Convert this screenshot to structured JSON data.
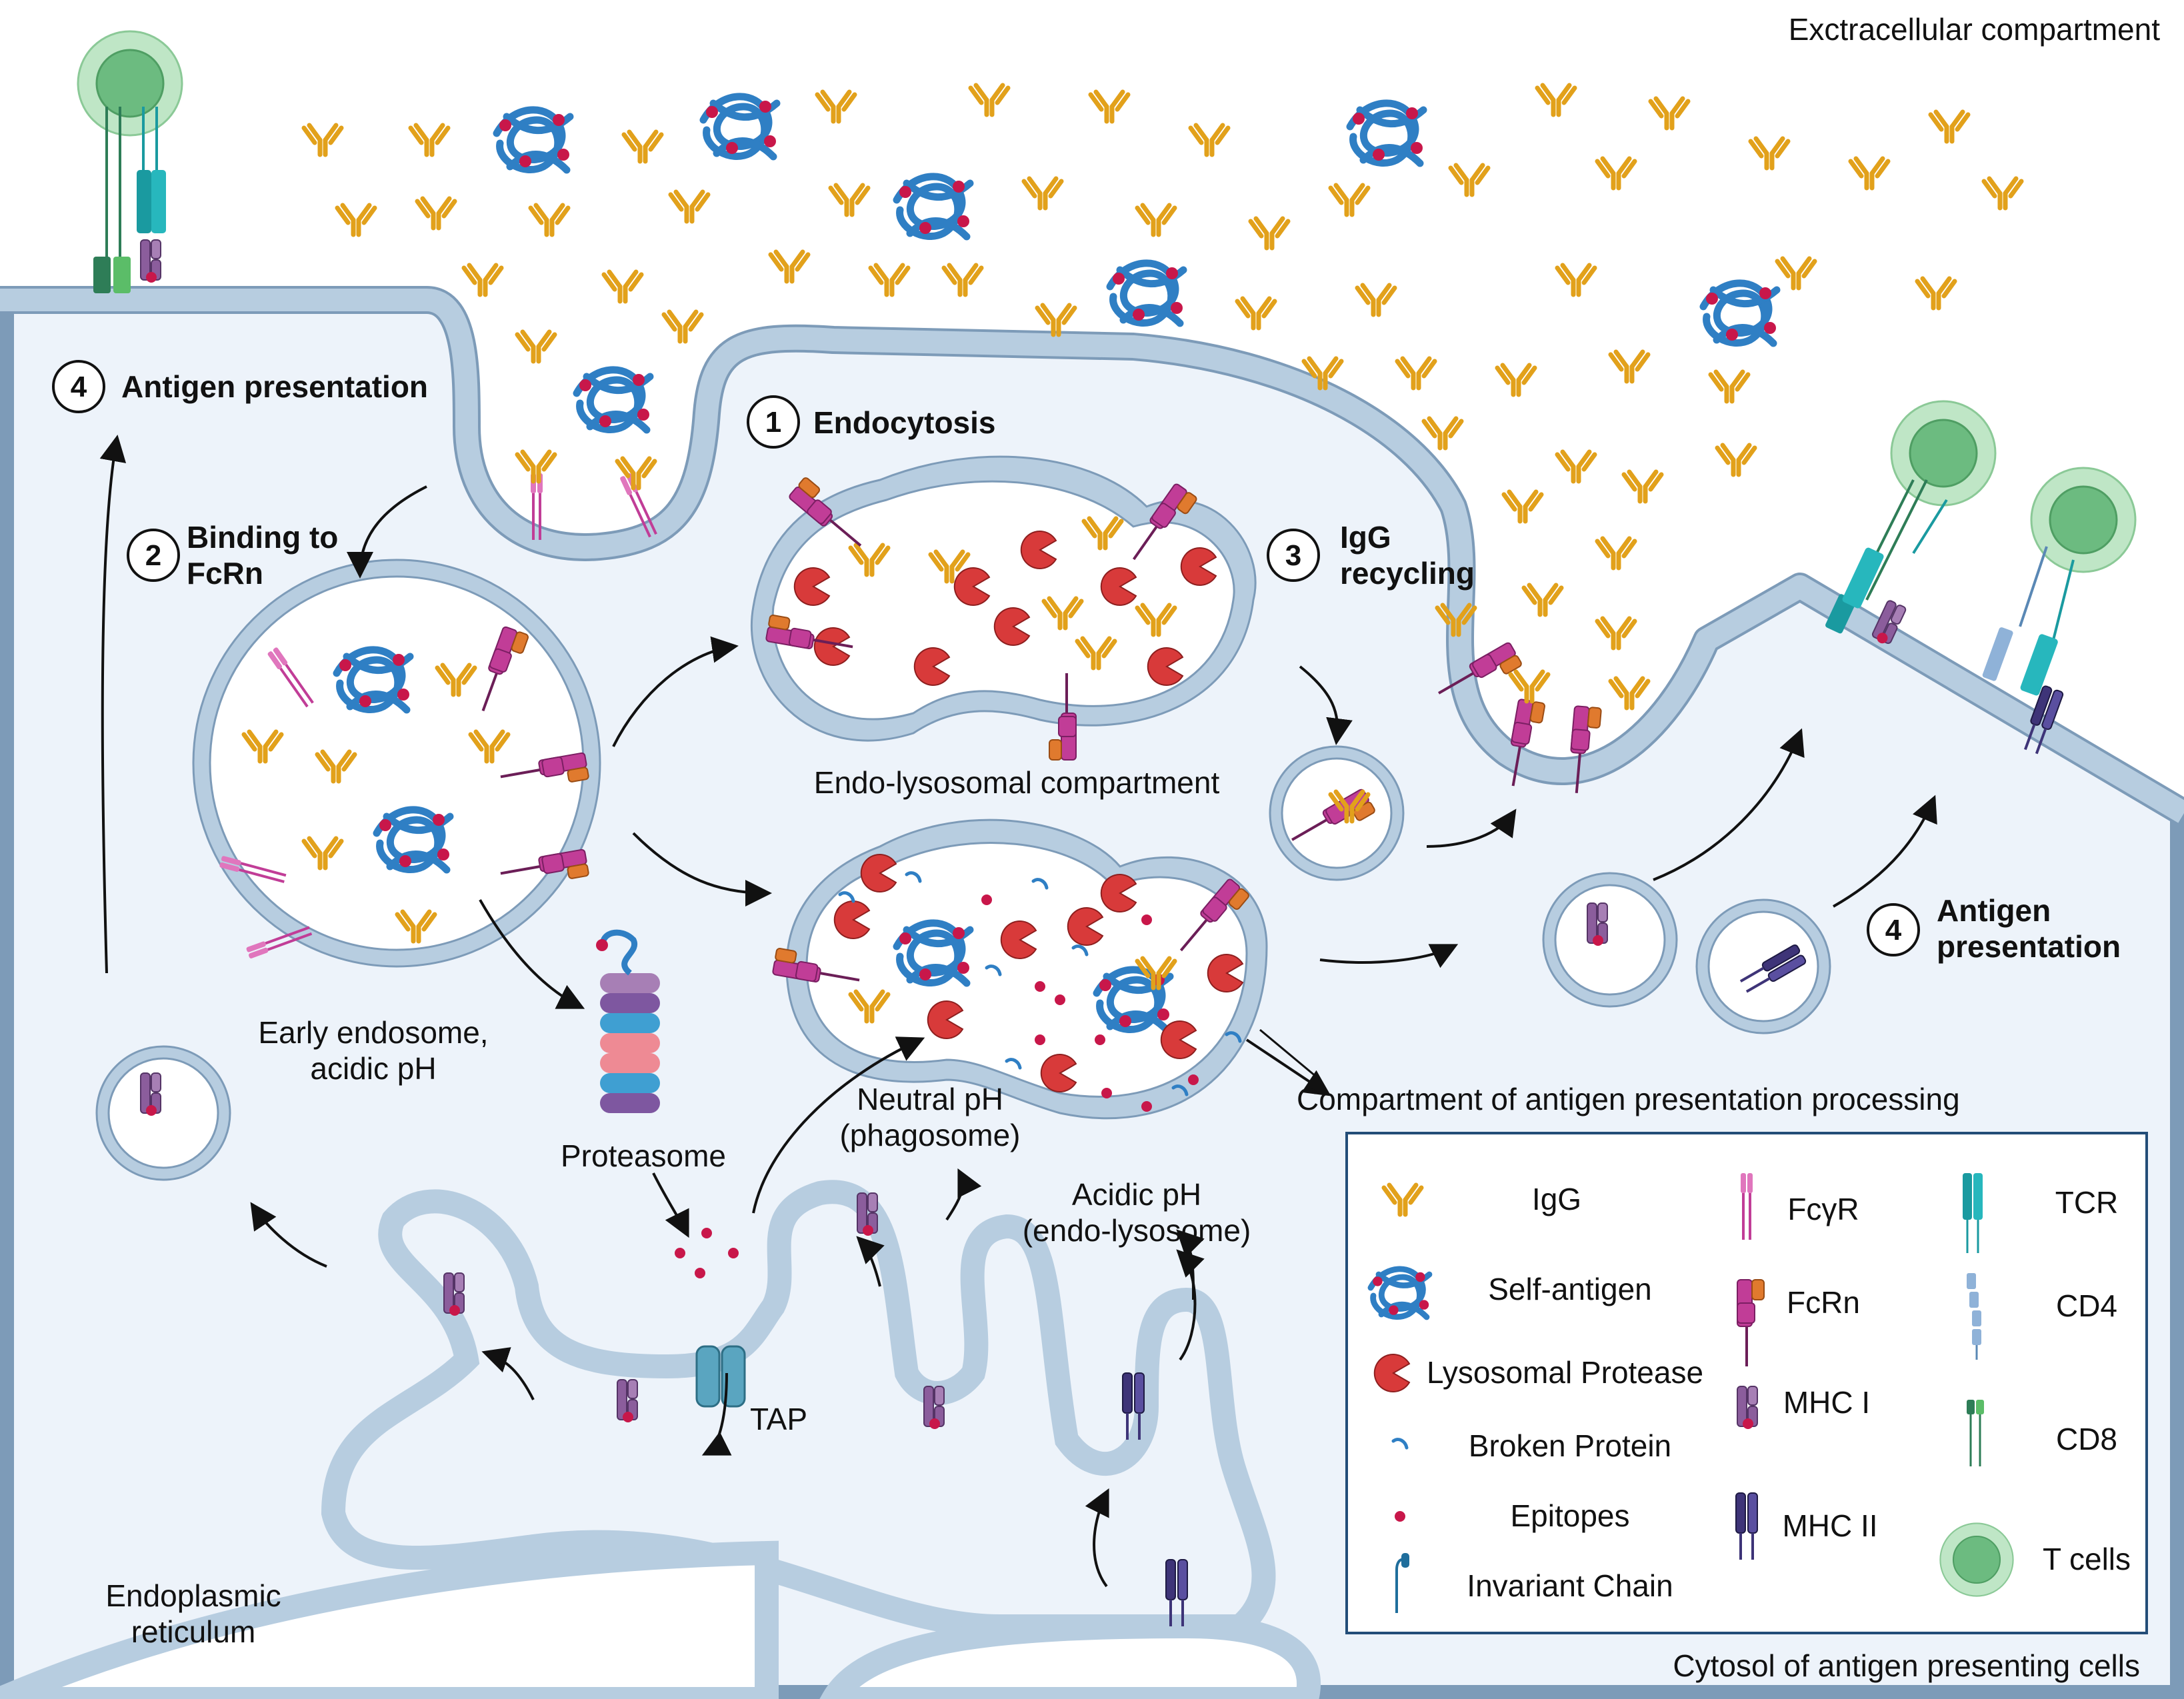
{
  "regions": {
    "extracellular": "Exctracellular compartment",
    "cytosol": "Cytosol of antigen presenting cells",
    "er": [
      "Endoplasmic",
      "reticulum"
    ]
  },
  "steps": {
    "endocytosis": {
      "num": "1",
      "label": "Endocytosis"
    },
    "binding": {
      "num": "2",
      "label": [
        "Binding to",
        "FcRn"
      ]
    },
    "recycling": {
      "num": "3",
      "label": [
        "IgG",
        "recycling"
      ]
    },
    "presentation_left": {
      "num": "4",
      "label": "Antigen presentation"
    },
    "presentation_right": {
      "num": "4",
      "label": [
        "Antigen",
        "presentation"
      ]
    }
  },
  "labels": {
    "endo_lysosomal": "Endo-lysosomal compartment",
    "early_endosome": [
      "Early endosome,",
      "acidic pH"
    ],
    "proteasome": "Proteasome",
    "neutral_ph": [
      "Neutral pH",
      "(phagosome)"
    ],
    "acidic_ph": [
      "Acidic pH",
      "(endo-lysosome)"
    ],
    "app_compartment": "Compartment of antigen presentation processing",
    "tap": "TAP"
  },
  "legend": {
    "items": [
      {
        "icon": "igg-icon",
        "label": "IgG"
      },
      {
        "icon": "self-antigen-icon",
        "label": "Self-antigen"
      },
      {
        "icon": "lysosomal-protease-icon",
        "label": "Lysosomal Protease"
      },
      {
        "icon": "broken-protein-icon",
        "label": "Broken Protein"
      },
      {
        "icon": "epitope-icon",
        "label": "Epitopes"
      },
      {
        "icon": "invariant-chain-icon",
        "label": "Invariant Chain"
      },
      {
        "icon": "fcgr-icon",
        "label": "FcγR"
      },
      {
        "icon": "fcrn-icon",
        "label": "FcRn"
      },
      {
        "icon": "mhc-i-icon",
        "label": "MHC I"
      },
      {
        "icon": "mhc-ii-icon",
        "label": "MHC II"
      },
      {
        "icon": "tcr-icon",
        "label": "TCR"
      },
      {
        "icon": "cd4-icon",
        "label": "CD4"
      },
      {
        "icon": "cd8-icon",
        "label": "CD8"
      },
      {
        "icon": "t-cell-icon",
        "label": "T cells"
      }
    ]
  },
  "colors": {
    "membrane": "#b7cde0",
    "membrane_edge": "#7d9bb8",
    "cytosol": "#edf3fa",
    "igg": "#e2a11b",
    "self_antigen": "#2f7fc4",
    "epitope": "#c8174a",
    "protease": "#d83a3a",
    "fcrn": "#c13d97",
    "fcrn_accent": "#e07a2e",
    "mhc_i": "#8b5d9c",
    "mhc_ii": "#3e3478",
    "tcr": "#1a9aa0",
    "t_cell": "#8bd19b"
  }
}
